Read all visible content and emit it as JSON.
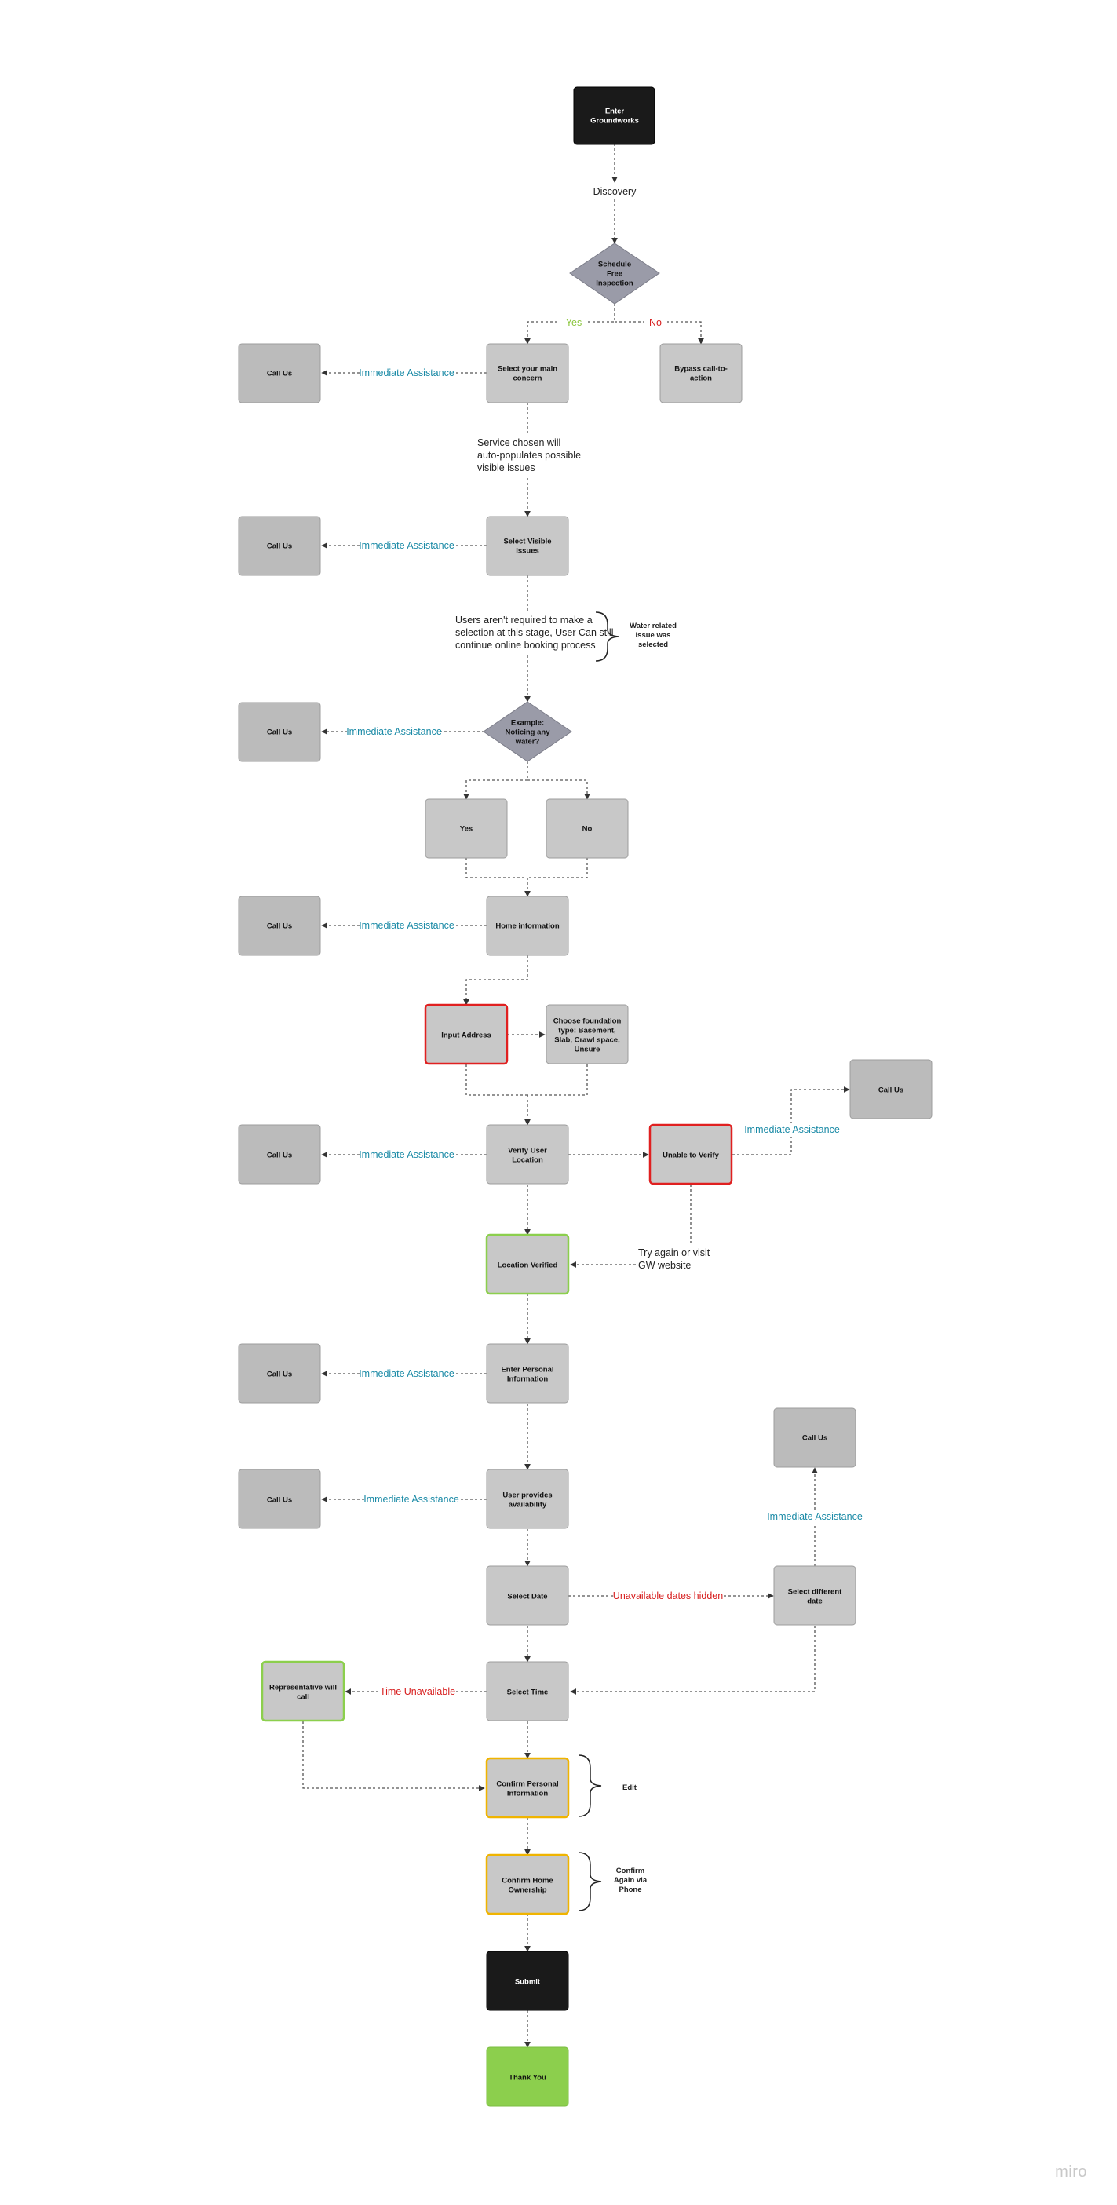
{
  "colors": {
    "node_fill": "#c8c8c8",
    "node_fill_dark": "#bbbbbb",
    "diamond_fill": "#9a9ba8",
    "black": "#1a1a1a",
    "green": "#8ccf4d",
    "red": "#e02020",
    "yellow": "#f0b400",
    "teal": "#1a8aa6",
    "label_red": "#d71e1e",
    "label_green": "#8cc63f"
  },
  "nodes": {
    "enter": "Enter\nGroundworks",
    "schedule": "Schedule\nFree\nInspection",
    "concern": "Select your main\nconcern",
    "bypass": "Bypass call-to-\naction",
    "visible": "Select Visible\nIssues",
    "water": "Example:\nNoticing any\nwater?",
    "yes": "Yes",
    "no": "No",
    "home": "Home information",
    "address": "Input Address",
    "foundation": "Choose foundation\ntype: Basement,\nSlab, Crawl space,\nUnsure",
    "verify": "Verify User\nLocation",
    "unable": "Unable to Verify",
    "verified": "Location Verified",
    "personal": "Enter Personal\nInformation",
    "availability": "User provides\navailability",
    "date": "Select Date",
    "diffdate": "Select different\ndate",
    "time": "Select Time",
    "rep": "Representative will\ncall",
    "confirm_personal": "Confirm Personal\nInformation",
    "confirm_home": "Confirm Home\nOwnership",
    "submit": "Submit",
    "thanks": "Thank You",
    "callus": "Call Us"
  },
  "labels": {
    "discovery": "Discovery",
    "yes": "Yes",
    "no": "No",
    "immediate": "Immediate Assistance",
    "service_note": "Service chosen will\nauto-populates possible\nvisible issues",
    "users_note": "Users aren't required to make a\nselection at this stage, User Can still\ncontinue online booking process",
    "water_note": "Water related\nissue was\nselected",
    "try_again": "Try again or visit\nGW website",
    "unavailable_dates": "Unavailable dates hidden",
    "time_unavailable": "Time Unavailable",
    "edit": "Edit",
    "confirm_phone": "Confirm\nAgain via\nPhone"
  },
  "watermark": "miro"
}
